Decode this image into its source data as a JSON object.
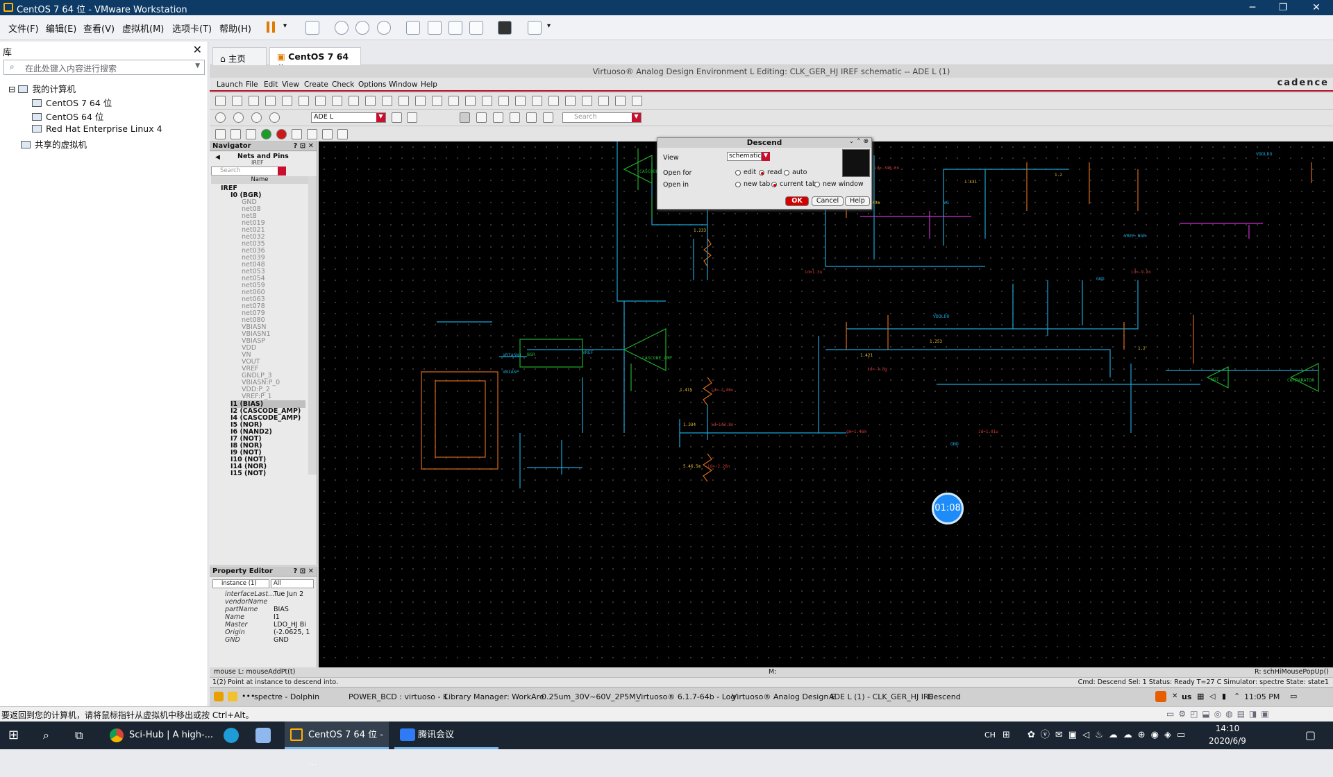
{
  "window": {
    "title": "CentOS 7 64 位 - VMware Workstation"
  },
  "menubar": {
    "items": [
      "文件(F)",
      "编辑(E)",
      "查看(V)",
      "虚拟机(M)",
      "选项卡(T)",
      "帮助(H)"
    ]
  },
  "library": {
    "title": "库",
    "search_placeholder": "在此处键入内容进行搜索",
    "root": "我的计算机",
    "vms": [
      "CentOS 7 64 位",
      "CentOS 64 位",
      "Red Hat Enterprise Linux 4"
    ],
    "shared": "共享的虚拟机"
  },
  "tabs": [
    {
      "label": "主页"
    },
    {
      "label": "CentOS 7 64 位"
    }
  ],
  "virtuoso": {
    "window_title": "Virtuoso® Analog Design Environment L Editing: CLK_GER_HJ IREF schematic -- ADE L (1)",
    "brand": "cadence",
    "menu": [
      "Launch",
      "File",
      "Edit",
      "View",
      "Create",
      "Check",
      "Options",
      "Window",
      "Help"
    ],
    "ade_select": "ADE L",
    "search_placeholder": "Search"
  },
  "navigator": {
    "title": "Navigator",
    "view_title": "Nets and Pins",
    "cell": "IREF",
    "search_placeholder": "Search",
    "col_name": "Name",
    "root": "IREF",
    "instance": "I0 (BGR)",
    "nets": [
      "GND",
      "net08",
      "net8",
      "net019",
      "net021",
      "net032",
      "net035",
      "net036",
      "net039",
      "net048",
      "net053",
      "net054",
      "net059",
      "net060",
      "net063",
      "net078",
      "net079",
      "net080",
      "VBIASN",
      "VBIASN1",
      "VBIASP",
      "VDD",
      "VN",
      "VOUT",
      "VREF",
      "GNDLP_3",
      "VBIASN:P_0",
      "VDD:P_2",
      "VREF:P_1"
    ],
    "instances": [
      "I1 (BIAS)",
      "I2 (CASCODE_AMP)",
      "I4 (CASCODE_AMP)",
      "I5 (NOR)",
      "I6 (NAND2)",
      "I7 (NOT)",
      "I8 (NOR)",
      "I9 (NOT)",
      "I10 (NOT)",
      "I14 (NOR)",
      "I15 (NOT)"
    ]
  },
  "property_editor": {
    "title": "Property Editor",
    "selector": "instance (1)",
    "filter": "All",
    "rows": [
      {
        "k": "interfaceLast...",
        "v": "Tue Jun 2"
      },
      {
        "k": "vendorName",
        "v": ""
      },
      {
        "k": "partName",
        "v": "BIAS"
      },
      {
        "k": "Name",
        "v": "I1"
      },
      {
        "k": "Master",
        "v": "LDO_HJ Bi"
      },
      {
        "k": "Origin",
        "v": "(-2.0625, 1"
      },
      {
        "k": "GND",
        "v": "GND"
      }
    ]
  },
  "descend_dialog": {
    "title": "Descend",
    "view_label": "View",
    "view_value": "schematic",
    "open_for_label": "Open for",
    "open_for": [
      "edit",
      "read",
      "auto"
    ],
    "open_for_selected": "read",
    "open_in_label": "Open in",
    "open_in": [
      "new tab",
      "current tab",
      "new window"
    ],
    "open_in_selected": "current tab",
    "ok": "OK",
    "cancel": "Cancel",
    "help": "Help"
  },
  "schematic_labels": {
    "cascode1": "CASCODE_AMP",
    "cascode2": "CASCODE_AMP",
    "vddldo": "VDDLDO",
    "vddldo2": "VDDLDO",
    "gnd": "GND",
    "gnd2": "GND",
    "bgr": "BGR",
    "vref": "VREF",
    "bias": "BIAS",
    "vbiasn": "VBIASN1",
    "vbiasp": "VBIASP",
    "not1": "NOT",
    "comp": "COMPARATOR",
    "vg": "VG",
    "vref2": "VREF_BGR"
  },
  "timer": "01:08",
  "virtuoso_status": {
    "mouse": "mouse L: mouseAddPt(t)",
    "mouse_m": "M:",
    "mouse_r": "R: schHiMousePopUp()",
    "index": "1(2)",
    "prompt": "Point at instance to descend into.",
    "cmd": "Cmd: Descend  Sel: 1  Status: Ready  T=27  C  Simulator: spectre  State: state1"
  },
  "guest_taskbar": [
    "spectre - Dolphin",
    "POWER_BCD : virtuoso - K",
    "Library Manager: WorkAre",
    "0.25um_30V~60V_2P5M_",
    "Virtuoso® 6.1.7-64b - Log",
    "Virtuoso® Analog Design E",
    "ADE L (1) - CLK_GER_HJ IRE",
    "Descend"
  ],
  "guest_tray": {
    "lang": "us",
    "time": "11:05 PM"
  },
  "vm_status": "要返回到您的计算机，请将鼠标指针从虚拟机中移出或按 Ctrl+Alt。",
  "host_taskbar": {
    "items": [
      "Sci-Hub | A high-...",
      "CentOS 7 64 位 - ...",
      "腾讯会议"
    ],
    "ime": "CH",
    "time": "14:10",
    "date": "2020/6/9"
  }
}
